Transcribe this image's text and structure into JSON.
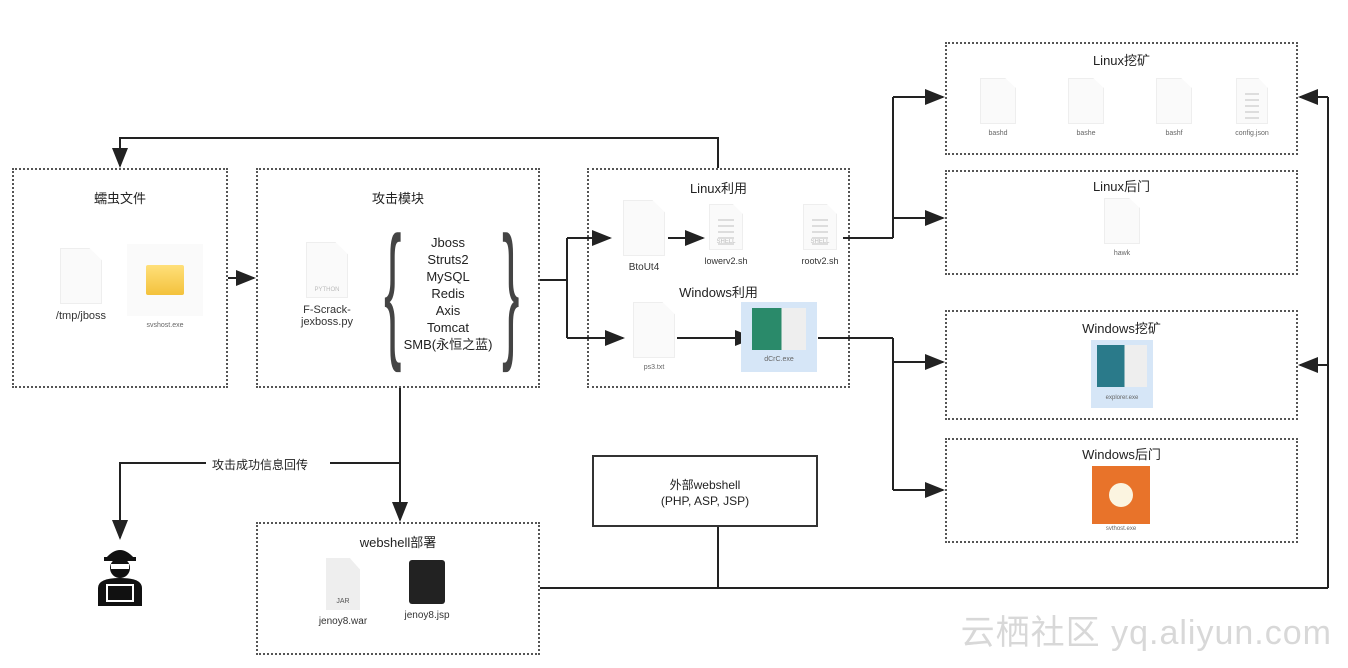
{
  "worm_files": {
    "title": "蠕虫文件",
    "items": [
      "/tmp/jboss",
      "svshost.exe"
    ]
  },
  "attack_module": {
    "title": "攻击模块",
    "script": "F-Scrack-jexboss.py",
    "script_tag": "PYTHON",
    "targets": [
      "Jboss",
      "Struts2",
      "MySQL",
      "Redis",
      "Axis",
      "Tomcat",
      "SMB(永恒之蓝)"
    ]
  },
  "exploit": {
    "linux_title": "Linux利用",
    "linux_items": [
      "BtoUt4",
      "lowerv2.sh",
      "rootv2.sh"
    ],
    "shell_tag": "SHELL",
    "windows_title": "Windows利用",
    "windows_items": [
      "ps3.txt",
      "dCrC.exe"
    ]
  },
  "linux_mining": {
    "title": "Linux挖矿",
    "items": [
      "bashd",
      "bashe",
      "bashf",
      "config.json"
    ]
  },
  "linux_backdoor": {
    "title": "Linux后门",
    "items": [
      "hawk"
    ]
  },
  "windows_mining": {
    "title": "Windows挖矿",
    "items": [
      "explorer.exe"
    ]
  },
  "windows_backdoor": {
    "title": "Windows后门",
    "items": [
      "svthost.exe"
    ]
  },
  "webshell_deploy": {
    "title": "webshell部署",
    "items": [
      "jenoy8.war",
      "jenoy8.jsp"
    ],
    "jar_tag": "JAR"
  },
  "external_webshell": {
    "line1": "外部webshell",
    "line2": "(PHP, ASP, JSP)"
  },
  "callback_label": "攻击成功信息回传",
  "watermark": "云栖社区 yq.aliyun.com"
}
